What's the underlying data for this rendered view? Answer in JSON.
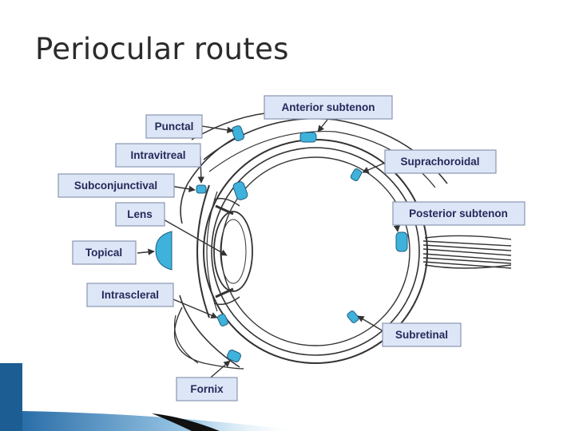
{
  "slide": {
    "title": "Periocular routes"
  },
  "labels": {
    "anterior_subtenon": "Anterior subtenon",
    "punctal": "Punctal",
    "intravitreal": "Intravitreal",
    "suprachoroidal": "Suprachoroidal",
    "subconjunctival": "Subconjunctival",
    "lens": "Lens",
    "posterior_subtenon": "Posterior subtenon",
    "topical": "Topical",
    "intrascleral": "Intrascleral",
    "subretinal": "Subretinal",
    "fornix": "Fornix"
  },
  "colors": {
    "label_fill": "#dde6f7",
    "label_text": "#25295a",
    "drug_depot": "#3fb2dc",
    "line": "#333333",
    "footer_accent": "#2a6ea8"
  }
}
